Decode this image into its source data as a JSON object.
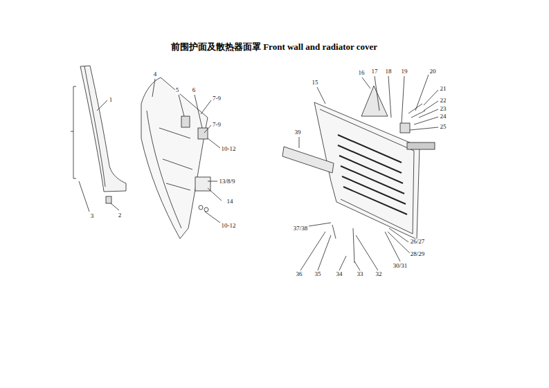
{
  "diagram": {
    "title": "前围护面及散热器面罩 Front wall and radiator cover",
    "labels": [
      "1",
      "2",
      "3",
      "4",
      "5",
      "6",
      "7-9",
      "7-9",
      "10-12",
      "13/8/9",
      "14",
      "10-12",
      "15",
      "16",
      "17",
      "18",
      "19",
      "20",
      "21",
      "22",
      "23",
      "24",
      "25",
      "39",
      "37/38",
      "36",
      "35",
      "34",
      "33",
      "32",
      "30/31",
      "28/29",
      "26/27"
    ]
  }
}
